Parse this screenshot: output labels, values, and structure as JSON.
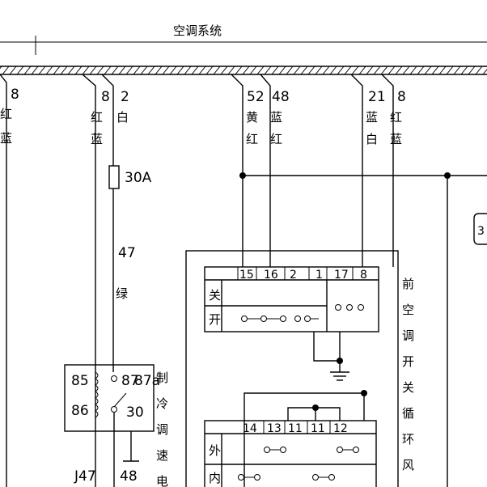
{
  "title": "空调系统",
  "wires": {
    "w1": {
      "num": "8",
      "colors": [
        "红",
        "蓝"
      ]
    },
    "w2a": {
      "num": "8",
      "colors": [
        "红",
        "蓝"
      ]
    },
    "w2b": {
      "num": "2",
      "colors": [
        "白"
      ]
    },
    "w3a": {
      "num": "52",
      "colors": [
        "黄",
        "红"
      ]
    },
    "w3b": {
      "num": "48",
      "colors": [
        "蓝",
        "红"
      ]
    },
    "w4a": {
      "num": "21",
      "colors": [
        "蓝",
        "白"
      ]
    },
    "w4b": {
      "num": "8",
      "colors": [
        "红",
        "蓝"
      ]
    }
  },
  "fuse": {
    "rating": "30A"
  },
  "wire47": {
    "num": "47",
    "color": "绿"
  },
  "relay": {
    "pins": [
      "85",
      "86",
      "87",
      "87a",
      "30"
    ],
    "name": "制冷调速电"
  },
  "switch_top": {
    "terminals": [
      "15",
      "16",
      "2",
      "1",
      "17",
      "8"
    ],
    "label": "关开",
    "name": "前空调开关循环风"
  },
  "switch_bottom": {
    "terminals": [
      "14",
      "13",
      "11",
      "11",
      "12"
    ],
    "label": "外内"
  },
  "bottom_labels": {
    "j47": "J47",
    "n48": "48"
  }
}
